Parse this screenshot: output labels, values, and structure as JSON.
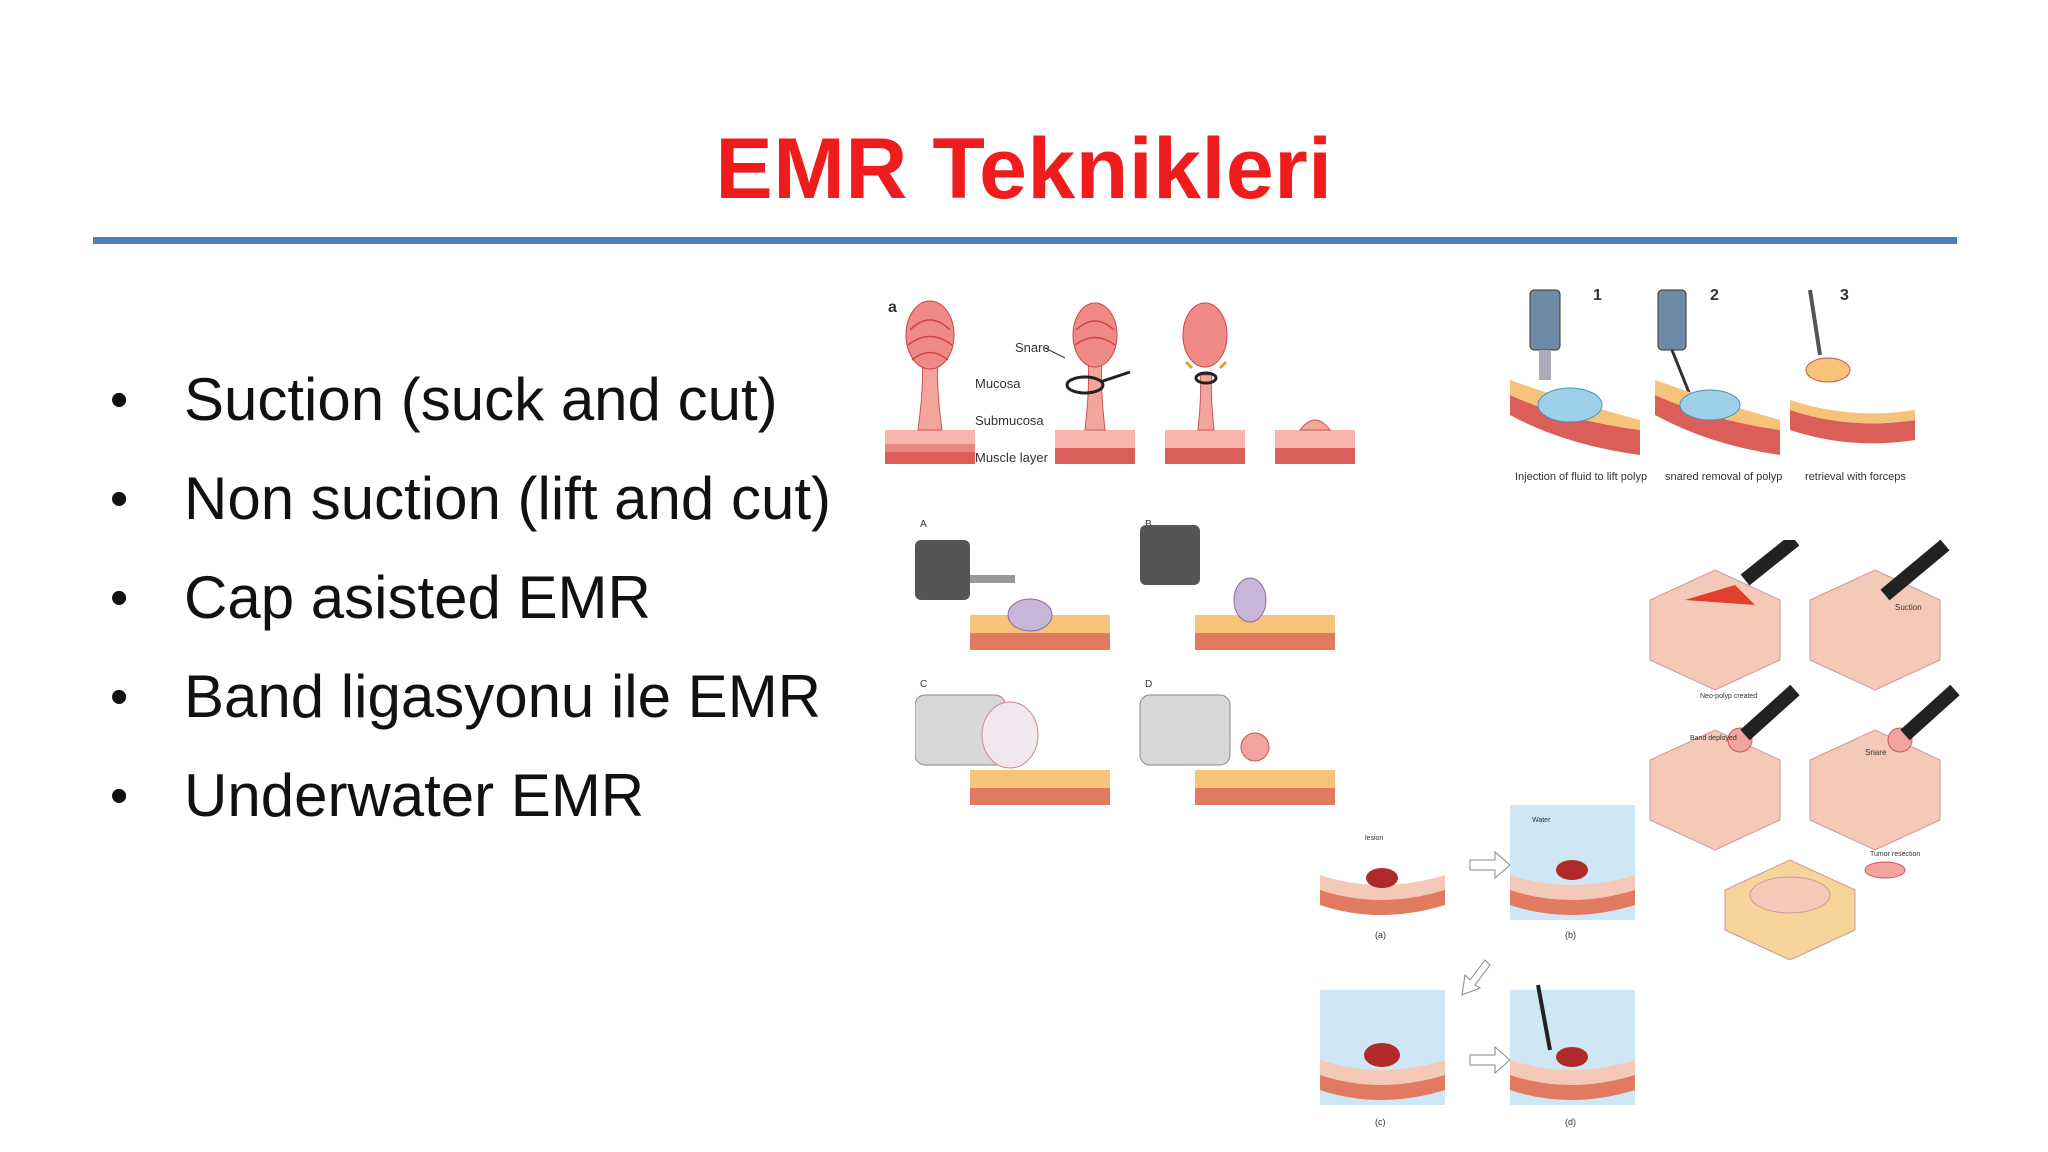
{
  "slide": {
    "title": "EMR Teknikleri",
    "bullets": [
      "Suction (suck and cut)",
      "Non suction (lift and cut)",
      "Cap asisted EMR",
      "Band ligasyonu ile EMR",
      "Underwater EMR"
    ]
  },
  "figures": {
    "suction_diagram": {
      "panel_letter": "a",
      "labels": {
        "snare": "Snare",
        "mucosa": "Mucosa",
        "submucosa": "Submucosa",
        "muscle": "Muscle layer"
      }
    },
    "lift_and_cut": {
      "steps": [
        "1",
        "2",
        "3"
      ],
      "captions": [
        "Injection of fluid to lift polyp",
        "snared removal of polyp",
        "retrieval with forceps"
      ]
    },
    "cap_emr": {
      "panels": [
        "A",
        "B",
        "C",
        "D"
      ]
    },
    "band_ligation": {
      "labels": {
        "suction": "Suction",
        "neo_polyp": "Neo-polyp created",
        "band": "Band deployed",
        "snare": "Snare",
        "tumor": "Tumor resection"
      }
    },
    "underwater": {
      "labels": {
        "water": "Water",
        "lesion": "lesion"
      },
      "panels": [
        "(a)",
        "(b)",
        "(c)",
        "(d)"
      ]
    }
  },
  "colors": {
    "title": "#ee1c1c",
    "rule": "#4f7dbd",
    "tissue_pink": "#f2a5a0",
    "tissue_yellow": "#f7d49a",
    "water_blue": "#bfe0f2"
  }
}
